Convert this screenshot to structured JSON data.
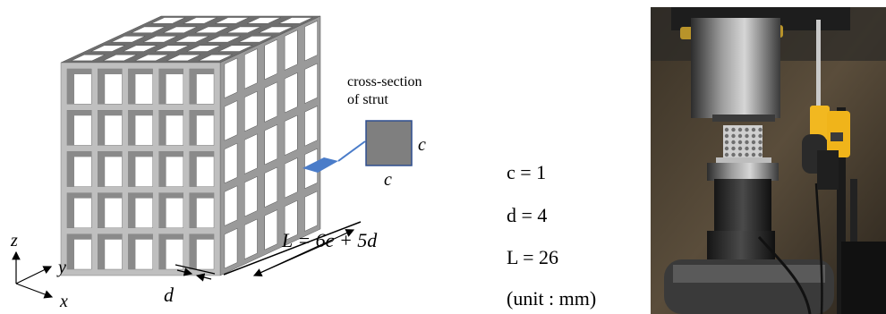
{
  "labels": {
    "cross_section_line1": "cross-section",
    "cross_section_line2": "of strut",
    "c_side": "c",
    "c_bottom": "c",
    "d_dim": "d",
    "L_formula": "L = 6c + 5d",
    "axis_z": "z",
    "axis_y": "y",
    "axis_x": "x"
  },
  "parameters": [
    {
      "text": "c = 1"
    },
    {
      "text": "d = 4"
    },
    {
      "text": "L = 26"
    },
    {
      "text": "(unit : mm)"
    }
  ],
  "lattice": {
    "cells_per_side": 5
  },
  "colors": {
    "strut_front": "#bfbfbf",
    "strut_top": "#6e6e6e",
    "strut_side": "#9a9a9a",
    "cross_section_fill": "#7f7f7f",
    "cross_section_border": "#2f4f8f",
    "arrow_blue": "#4a7cc9"
  },
  "photo": {
    "description_icon": "compression-test-photo"
  }
}
